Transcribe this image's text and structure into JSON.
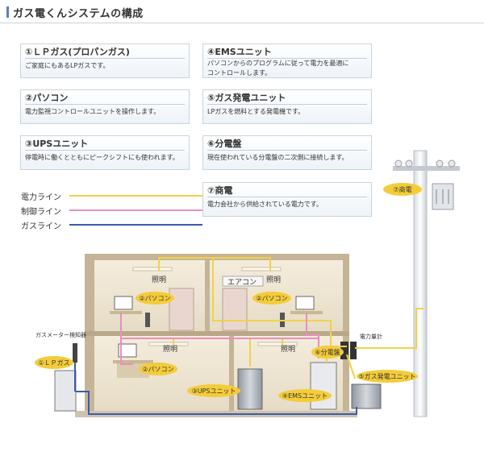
{
  "header": {
    "title": "ガス電くんシステムの構成"
  },
  "cards": [
    {
      "title": "①ＬＰガス(プロパンガス)",
      "desc": [
        "ご家庭にもあるLPガスです。"
      ]
    },
    {
      "title": "②パソコン",
      "desc": [
        "電力監視コントロールユニットを操作します。"
      ]
    },
    {
      "title": "③UPSユニット",
      "desc": [
        "停電時に働くとともにピークシフトにも使われます。"
      ]
    },
    {
      "title": "④EMSユニット",
      "desc": [
        "パソコンからのプログラムに従って電力を最適に",
        "コントロールします。"
      ]
    },
    {
      "title": "⑤ガス発電ユニット",
      "desc": [
        "LPガスを燃料とする発電機です。"
      ]
    },
    {
      "title": "⑥分電盤",
      "desc": [
        "現在使われている分電盤の二次側に接続します。"
      ]
    },
    {
      "title": "⑦商電",
      "desc": [
        "電力会社から供給されている電力です。"
      ]
    }
  ],
  "legend": [
    {
      "label": "電力ライン",
      "color": "#f0d24a"
    },
    {
      "label": "制御ライン",
      "color": "#e88fc0"
    },
    {
      "label": "ガスライン",
      "color": "#3b5bb0"
    }
  ],
  "diagram": {
    "lighting": "照明",
    "aircon": "エアコン",
    "gas_meter": "ガスメーター検知器",
    "power_meter": "電力量計",
    "labels": {
      "lp_gas": "①ＬＰガス",
      "pc": "②パソコン",
      "ups": "③UPSユニット",
      "ems": "④EMSユニット",
      "gen": "⑤ガス発電ユニット",
      "panel": "⑥分電盤",
      "utility": "⑦商電"
    }
  }
}
